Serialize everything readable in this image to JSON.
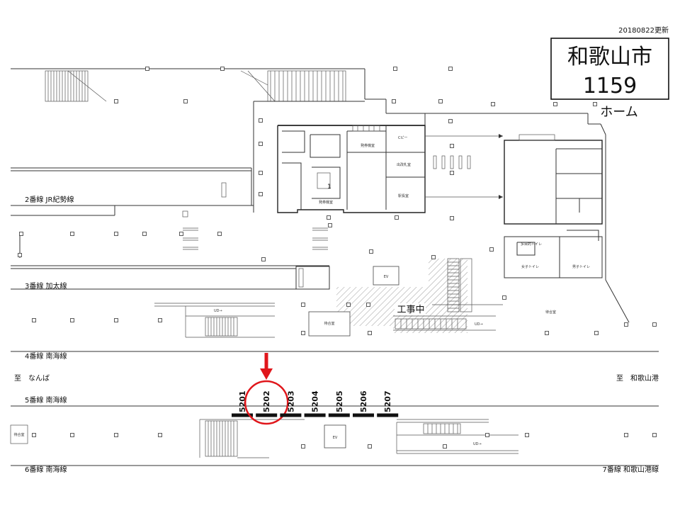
{
  "updated": "20180822更新",
  "station": {
    "name": "和歌山市",
    "code": "1159",
    "area": "ホーム"
  },
  "tracks": {
    "t2": "2番線 JR紀勢線",
    "t3": "3番線 加太線",
    "t4": "4番線 南海線",
    "t5": "5番線 南海線",
    "t6": "6番線 南海線",
    "t7": "7番線 和歌山港線"
  },
  "directions": {
    "left": "至　なんば",
    "right": "至　和歌山港"
  },
  "construction": "工事中",
  "rooms": {
    "ev": "EV",
    "waiting": "待合室",
    "waiting_left": "待合室",
    "concourse": "Cピー",
    "office1": "発券機室",
    "office2": "発券機室",
    "ticket": "出改札室",
    "station_office": "駅長室",
    "multi_toilet": "多目的トイレ",
    "female_toilet": "女子トイレ",
    "male_toilet": "男子トイレ",
    "waiting_right": "待合室",
    "ud": "UD→"
  },
  "positions": {
    "list": [
      "5201",
      "5202",
      "5203",
      "5204",
      "5205",
      "5206",
      "5207"
    ],
    "highlighted": "5202"
  },
  "colors": {
    "highlight": "#e0161b",
    "line": "#333333"
  }
}
